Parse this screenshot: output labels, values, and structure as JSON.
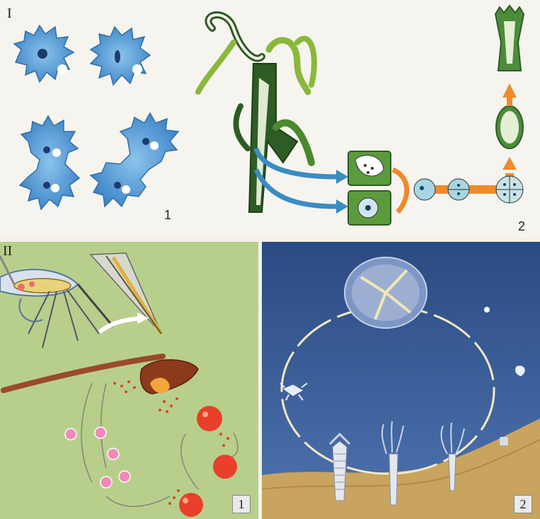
{
  "panel_top_left": {
    "roman": "I",
    "number": "1"
  },
  "panel_top_right": {
    "number": "2"
  },
  "panel_bottom_left": {
    "roman": "II",
    "number": "1"
  },
  "panel_bottom_right": {
    "number": "2"
  },
  "colors": {
    "amoeba": "#5fa6dc",
    "hydra_green": "#3d7a2f",
    "arrow_blue": "#3a8cc2",
    "arrow_orange": "#f08a2a",
    "green_panel": "#b8cf8c",
    "sea_blue": "#3c5f9a",
    "sand": "#c9a45e",
    "blood_red": "#e8402a",
    "pink_cell": "#f08ab8"
  },
  "icons": [
    "amoeba-cell",
    "hydra-polyp",
    "mosquito",
    "liver",
    "jellyfish",
    "polyp"
  ]
}
